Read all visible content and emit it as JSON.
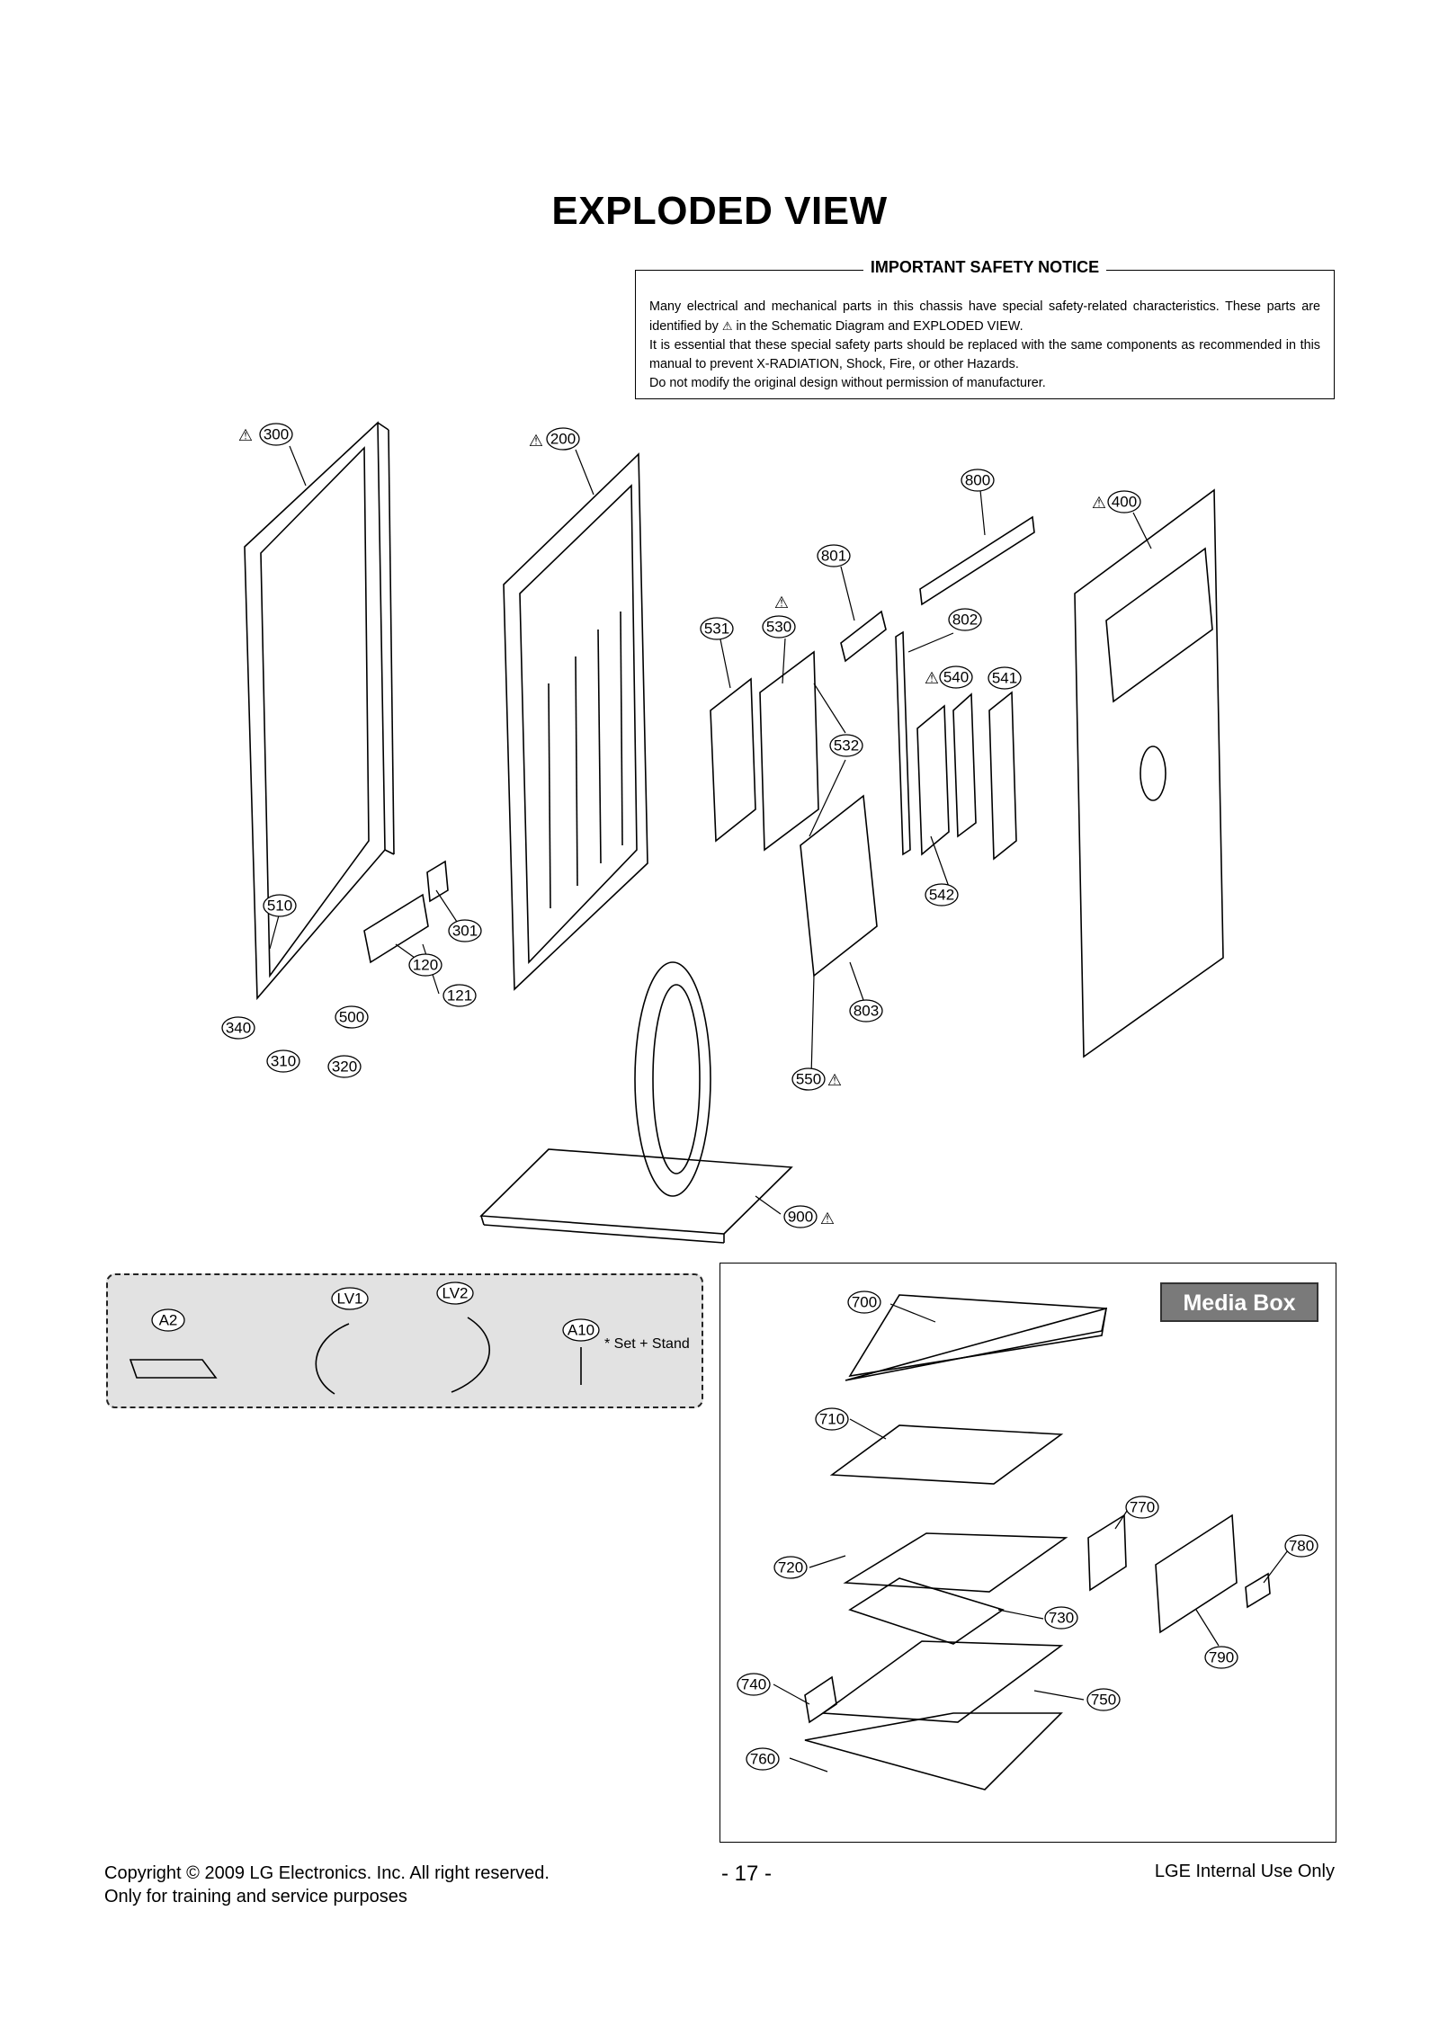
{
  "page": {
    "title": "EXPLODED VIEW",
    "safety_notice": {
      "heading": "IMPORTANT SAFETY NOTICE",
      "line1": "Many electrical and mechanical parts in this chassis have special safety-related characteristics. These parts are identified by",
      "line1_tail": "in the Schematic Diagram and EXPLODED VIEW.",
      "line2": "It is essential that these special safety parts should be replaced with the same components as recommended in this manual to prevent X-RADIATION, Shock, Fire, or other Hazards.",
      "line3": "Do not modify the original design without permission of manufacturer.",
      "warning_symbol": "⚠"
    },
    "callouts": {
      "c300": "300",
      "c200": "200",
      "c400": "400",
      "c800": "800",
      "c801": "801",
      "c802": "802",
      "c530": "530",
      "c531": "531",
      "c532": "532",
      "c540": "540",
      "c541": "541",
      "c542": "542",
      "c510": "510",
      "c301": "301",
      "c120": "120",
      "c121": "121",
      "c340": "340",
      "c500": "500",
      "c310": "310",
      "c320": "320",
      "c803": "803",
      "c550": "550",
      "c900": "900",
      "cA2": "A2",
      "cLV1": "LV1",
      "cLV2": "LV2",
      "cA10": "A10",
      "c700": "700",
      "c710": "710",
      "c770": "770",
      "c780": "780",
      "c720": "720",
      "c730": "730",
      "c790": "790",
      "c740": "740",
      "c750": "750",
      "c760": "760"
    },
    "accessory_note": "* Set + Stand",
    "media_box_label": "Media Box",
    "footer": {
      "copyright_prefix": "Copyright ©",
      "copyright_year": "2009",
      "copyright_rest": "LG Electronics. Inc. All right reserved.",
      "training": "Only for training and service purposes",
      "page_number": "- 17 -",
      "internal": "LGE Internal Use Only"
    }
  }
}
